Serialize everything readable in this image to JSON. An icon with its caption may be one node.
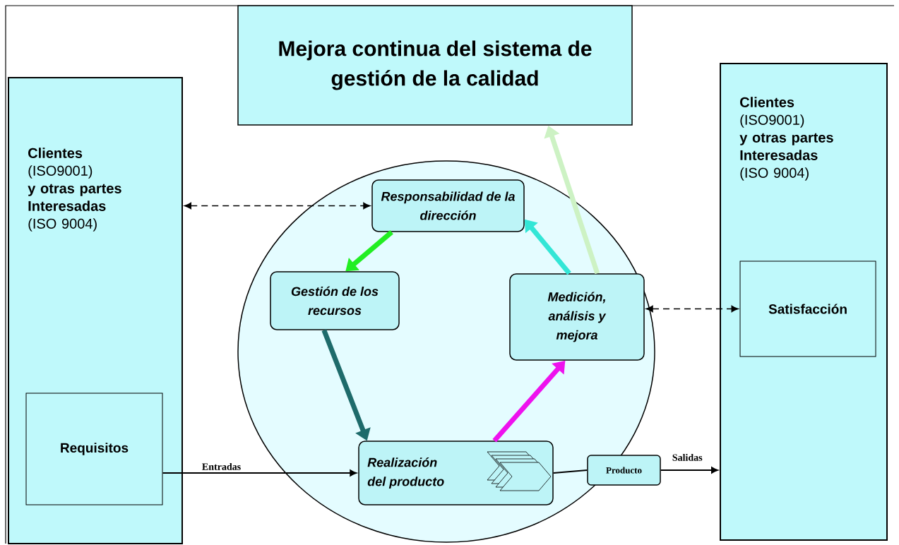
{
  "diagram": {
    "nodes": [
      {
        "text": [
          "Clientes",
          "(ISO9001)",
          "y otras partes Interesadas",
          "(ISO 9004)"
        ]
      },
      {
        "text": [
          "Requisitos"
        ],
        "in": 0
      },
      {
        "text": [
          "Mejora continua del sistema de gestión de la calidad"
        ]
      },
      {
        "text": [
          "Clientes",
          "(ISO9001)",
          "y otras partes Interesadas",
          "(ISO 9004)"
        ]
      },
      {
        "text": [
          "Satisfacción"
        ],
        "in": 3
      },
      {
        "text": [],
        "shape": "circle"
      },
      {
        "text": [
          "Responsabilidad de la dirección"
        ],
        "in": 5
      },
      {
        "text": [
          "Gestión de los recursos"
        ],
        "in": 5
      },
      {
        "text": [
          "Medición, análisis y mejora"
        ],
        "in": 5
      },
      {
        "text": [
          "Realización del producto"
        ],
        "in": 5
      },
      {
        "text": [
          "Producto"
        ]
      }
    ],
    "edges": [
      {
        "from": 0,
        "to": 6,
        "arrow": "both",
        "style": "dashed"
      },
      {
        "from": 8,
        "to": 4,
        "arrow": "both",
        "style": "dashed"
      },
      {
        "from": 1,
        "to": 9,
        "arrow": "to",
        "label": "Entradas"
      },
      {
        "from": 9,
        "to": 10,
        "arrow": "none"
      },
      {
        "from": 10,
        "to": 3,
        "arrow": "to",
        "label": "Salidas"
      },
      {
        "from": 6,
        "to": 7,
        "arrow": "to",
        "style": "thick",
        "color": "#22ee22"
      },
      {
        "from": 7,
        "to": 9,
        "arrow": "to",
        "style": "thick",
        "color": "#1e6b6b"
      },
      {
        "from": 9,
        "to": 8,
        "arrow": "to",
        "style": "thick",
        "color": "#ee11ee"
      },
      {
        "from": 8,
        "to": 6,
        "arrow": "to",
        "style": "thick",
        "color": "#33e6d6"
      },
      {
        "from": 8,
        "to": 2,
        "arrow": "to",
        "style": "thick",
        "color": "#cdf2c4"
      }
    ]
  }
}
